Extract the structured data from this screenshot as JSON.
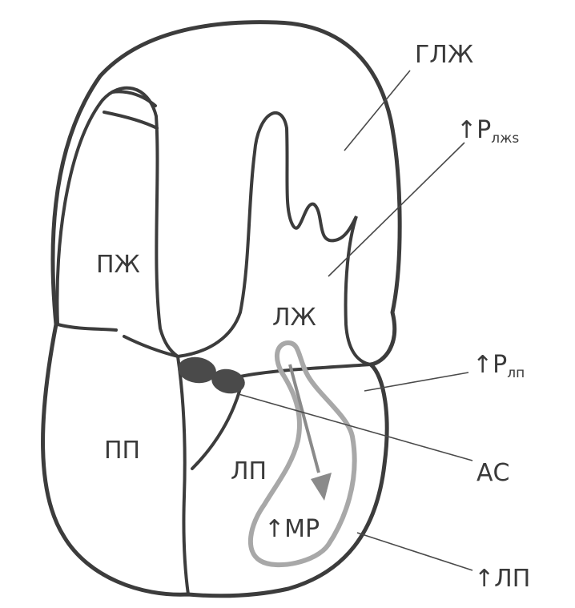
{
  "labels": {
    "glzh": "ГЛЖ",
    "p_lzhs_arrow": "↑P",
    "p_lzhs_sub": "лжs",
    "pzh": "ПЖ",
    "lzh": "ЛЖ",
    "p_lp_arrow": "↑P",
    "p_lp_sub": "лп",
    "pp": "ПП",
    "as": "АС",
    "lp": "ЛП",
    "mr": "↑МР",
    "lp_up": "↑ЛП"
  },
  "colors": {
    "outline": "#3c3c3c",
    "valve": "#4a4a4a",
    "jet": "#a8a8a8"
  }
}
